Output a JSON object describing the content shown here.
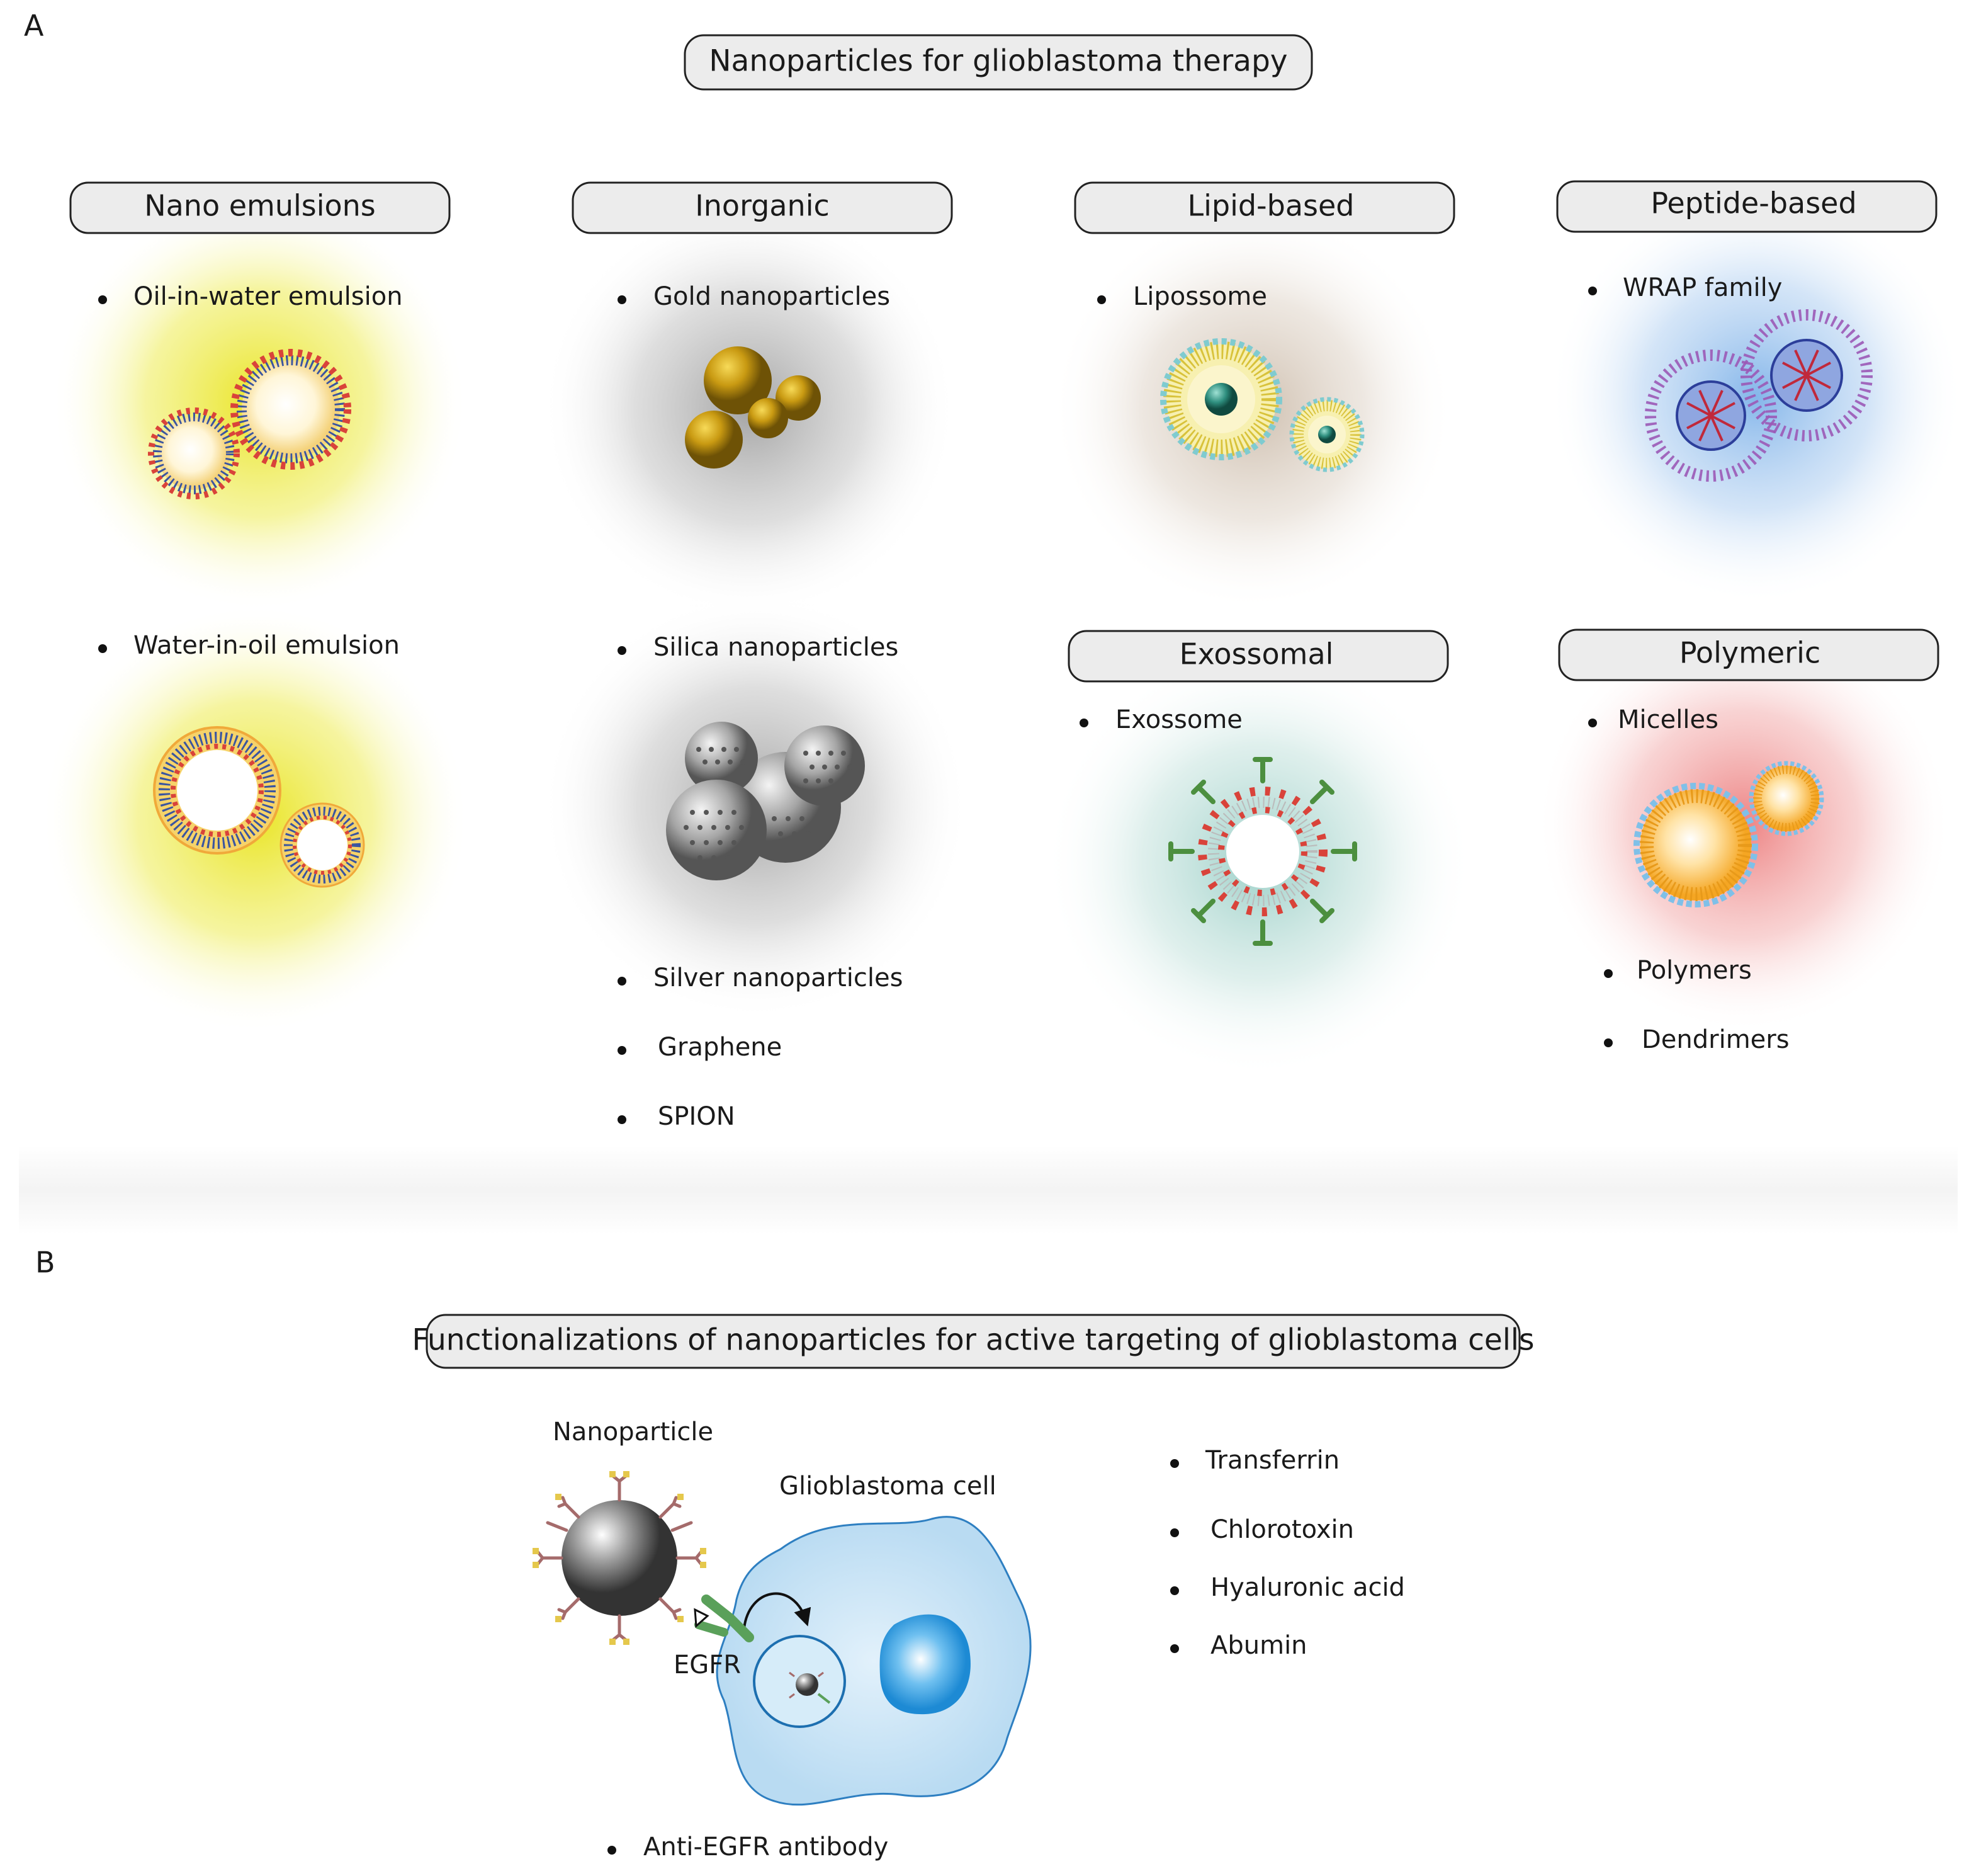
{
  "panel_a": {
    "letter": "A",
    "title": "Nanoparticles for glioblastoma therapy",
    "nano_emulsions": {
      "label": "Nano emulsions",
      "item1": "Oil-in-water emulsion",
      "item2": "Water-in-oil emulsion"
    },
    "inorganic": {
      "label": "Inorganic",
      "item1": "Gold nanoparticles",
      "item2": "Silica nanoparticles",
      "item3": "Silver nanoparticles",
      "item4": "Graphene",
      "item5": "SPION"
    },
    "lipid_based": {
      "label": "Lipid-based",
      "item1": "Lipossome"
    },
    "peptide_based": {
      "label": "Peptide-based",
      "item1": "WRAP family"
    },
    "exossomal": {
      "label": "Exossomal",
      "item1": "Exossome"
    },
    "polymeric": {
      "label": "Polymeric",
      "item1": "Micelles",
      "item2": "Polymers",
      "item3": "Dendrimers"
    }
  },
  "panel_b": {
    "letter": "B",
    "title": "Functionalizations of nanoparticles for active targeting of glioblastoma cells",
    "nanoparticle_label": "Nanoparticle",
    "cell_label": "Glioblastoma cell",
    "receptor_label": "EGFR",
    "antibody_item": "Anti-EGFR antibody",
    "ligands": [
      "Transferrin",
      "Chlorotoxin",
      "Hyaluronic acid",
      "Abumin"
    ]
  }
}
